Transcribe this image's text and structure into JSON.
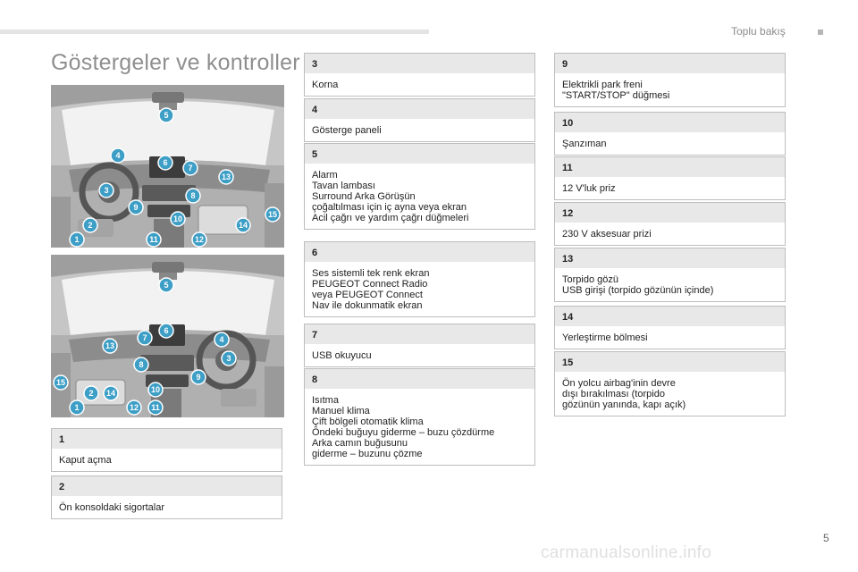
{
  "header": {
    "section_title": "Toplu bakış"
  },
  "page_title": "Göstergeler ve kontroller",
  "page_number": "5",
  "watermark": "carmanualsonline.info",
  "illustration_top": {
    "badges": [
      "1",
      "2",
      "3",
      "4",
      "5",
      "6",
      "7",
      "8",
      "9",
      "10",
      "11",
      "12",
      "13",
      "14",
      "15"
    ]
  },
  "illustration_bottom": {
    "badges": [
      "1",
      "2",
      "3",
      "4",
      "5",
      "6",
      "7",
      "8",
      "9",
      "10",
      "11",
      "12",
      "13",
      "14",
      "15"
    ]
  },
  "colors": {
    "badge": "#3d9ec6",
    "header_bar": "#e8e8e8",
    "border": "#bdbdbd"
  },
  "items": [
    {
      "num": "1",
      "lines": [
        "Kaput açma"
      ]
    },
    {
      "num": "2",
      "lines": [
        "Ön konsoldaki sigortalar"
      ]
    },
    {
      "num": "3",
      "lines": [
        "Korna"
      ]
    },
    {
      "num": "4",
      "lines": [
        "Gösterge paneli"
      ]
    },
    {
      "num": "5",
      "lines": [
        "Alarm",
        "Tavan lambası",
        "Surround Arka Görüşün",
        "çoğaltılması için iç ayna veya ekran",
        "Acil çağrı ve yardım çağrı düğmeleri"
      ]
    },
    {
      "num": "6",
      "lines": [
        "Ses sistemli tek renk ekran",
        "PEUGEOT Connect Radio",
        "veya PEUGEOT Connect",
        "Nav ile dokunmatik ekran"
      ]
    },
    {
      "num": "7",
      "lines": [
        "USB okuyucu"
      ]
    },
    {
      "num": "8",
      "lines": [
        "Isıtma",
        "Manuel klima",
        "Çift bölgeli otomatik klima",
        "Öndeki buğuyu giderme – buzu çözdürme",
        "Arka camın buğusunu",
        "giderme – buzunu çözme"
      ]
    },
    {
      "num": "9",
      "lines": [
        "Elektrikli park freni",
        "\"START/STOP\" düğmesi"
      ]
    },
    {
      "num": "10",
      "lines": [
        "Şanzıman"
      ]
    },
    {
      "num": "11",
      "lines": [
        "12 V'luk priz"
      ]
    },
    {
      "num": "12",
      "lines": [
        "230 V aksesuar prizi"
      ]
    },
    {
      "num": "13",
      "lines": [
        "Torpido gözü",
        "USB girişi (torpido gözünün içinde)"
      ]
    },
    {
      "num": "14",
      "lines": [
        "Yerleştirme bölmesi"
      ]
    },
    {
      "num": "15",
      "lines": [
        "Ön yolcu airbag'inin devre",
        "dışı bırakılması (torpido",
        "gözünün yanında, kapı açık)"
      ]
    }
  ]
}
